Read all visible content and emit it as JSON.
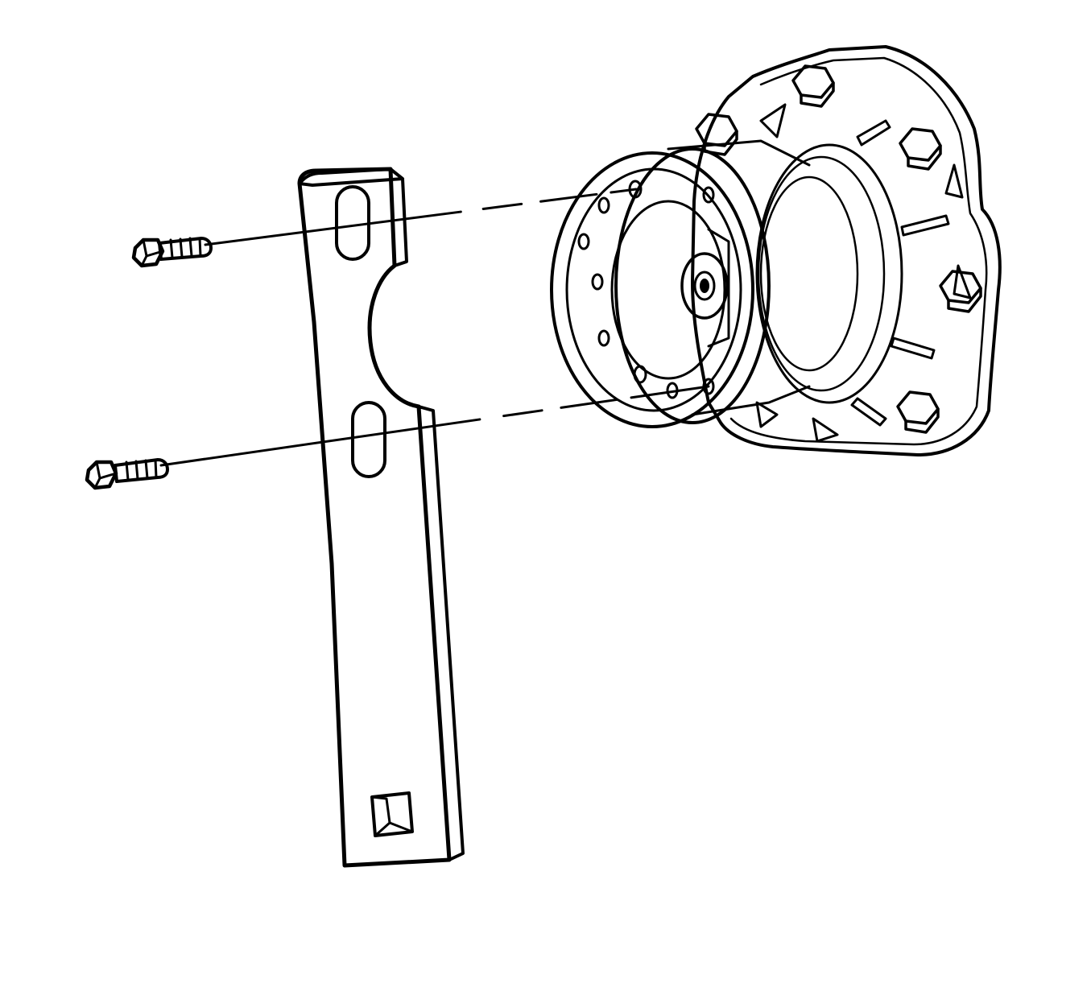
{
  "diagram": {
    "kind": "exploded-assembly line drawing",
    "parts": [
      {
        "id": "holding-tool",
        "icon": "holding-bar-icon"
      },
      {
        "id": "bolt-upper",
        "icon": "bolt-icon"
      },
      {
        "id": "bolt-lower",
        "icon": "bolt-icon"
      },
      {
        "id": "pulley-hub",
        "icon": "pulley-icon"
      },
      {
        "id": "mounting-flange",
        "icon": "flange-icon"
      }
    ],
    "colors": {
      "ink": "#000000",
      "paper": "#ffffff",
      "tool_stipple": "#bdbdbd"
    }
  }
}
